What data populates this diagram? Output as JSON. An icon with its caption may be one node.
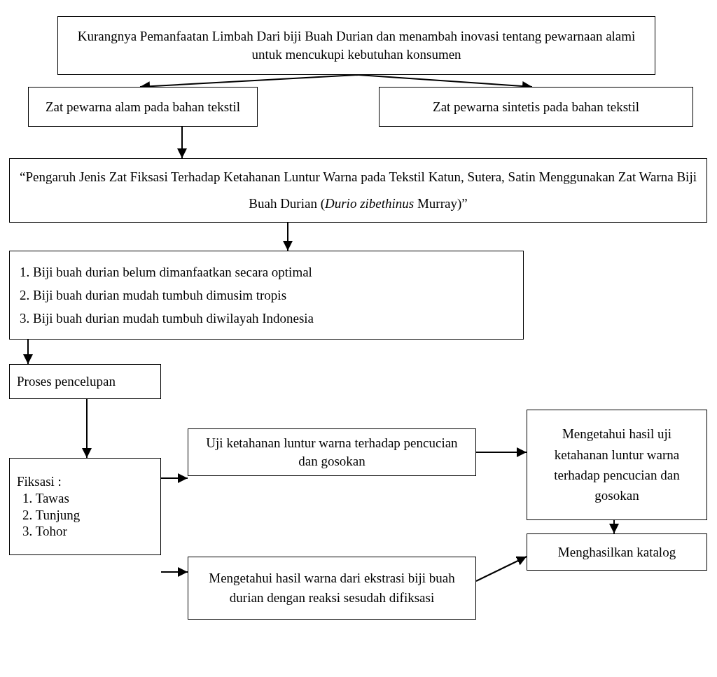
{
  "diagram": {
    "nodes": [
      {
        "text": [
          "Kurangnya Pemanfaatan Limbah Dari biji Buah Durian dan menambah inovasi tentang pewarnaan alami untuk mencukupi kebutuhan konsumen"
        ]
      },
      {
        "text": [
          "Zat pewarna alam pada bahan tekstil"
        ]
      },
      {
        "text": [
          "Zat pewarna sintetis pada bahan tekstil"
        ]
      },
      {
        "text": [
          "“Pengaruh Jenis Zat Fiksasi Terhadap Ketahanan Luntur Warna pada Tekstil Katun, Sutera, Satin Menggunakan Zat Warna Biji Buah Durian (*Durio zibethinus* Murray)”"
        ]
      },
      {
        "text": [
          "1. Biji buah durian belum dimanfaatkan secara optimal",
          "2. Biji buah durian mudah tumbuh dimusim tropis",
          "3. Biji buah durian mudah tumbuh diwilayah Indonesia"
        ]
      },
      {
        "text": [
          "Proses pencelupan"
        ]
      },
      {
        "text": [
          "Fiksasi :",
          "1. Tawas",
          "2. Tunjung",
          "3. Tohor"
        ]
      },
      {
        "text": [
          "Uji ketahanan luntur warna terhadap pencucian dan gosokan"
        ]
      },
      {
        "text": [
          "Mengetahui hasil uji ketahanan luntur warna terhadap pencucian dan gosokan"
        ]
      },
      {
        "text": [
          "Mengetahui hasil warna dari ekstrasi biji buah durian dengan reaksi sesudah difiksasi"
        ]
      },
      {
        "text": [
          "Menghasilkan katalog"
        ]
      }
    ],
    "edges": [
      {
        "from": 0,
        "to": 1,
        "arrow": "to"
      },
      {
        "from": 0,
        "to": 2,
        "arrow": "to"
      },
      {
        "from": 1,
        "to": 3,
        "arrow": "to"
      },
      {
        "from": 3,
        "to": 4,
        "arrow": "to"
      },
      {
        "from": 4,
        "to": 5,
        "arrow": "to"
      },
      {
        "from": 5,
        "to": 6,
        "arrow": "to"
      },
      {
        "from": 6,
        "to": 7,
        "arrow": "to"
      },
      {
        "from": 7,
        "to": 8,
        "arrow": "to"
      },
      {
        "from": 6,
        "to": 9,
        "arrow": "to"
      },
      {
        "from": 8,
        "to": 10,
        "arrow": "to"
      },
      {
        "from": 9,
        "to": 10,
        "arrow": "to"
      }
    ]
  }
}
